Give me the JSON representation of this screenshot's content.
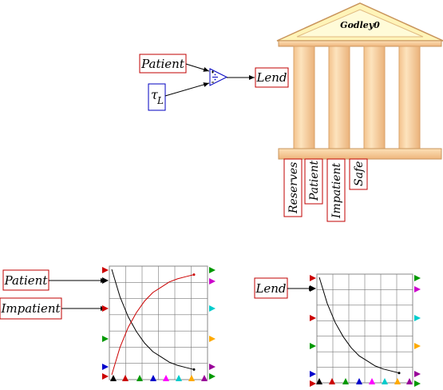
{
  "godley": {
    "title": "Godley0",
    "columns": [
      "Reserves",
      "Patient",
      "Impatient",
      "Safe"
    ]
  },
  "variables": {
    "patient_top": "Patient",
    "lend_top": "Lend",
    "patient_bottom": "Patient",
    "impatient": "Impatient",
    "lend_bottom": "Lend"
  },
  "parameter": {
    "symbol": "τ",
    "subscript": "L"
  },
  "operator": {
    "type": "divide"
  },
  "colors": {
    "variable_border": "#c00000",
    "parameter_border": "#0000c0",
    "operator_border": "#0000c0",
    "bank_fill": "#f7cf9c",
    "bank_pediment": "#fff4b8",
    "series_black": "#000000",
    "series_red": "#cc0000",
    "port_colors": [
      "#cc0000",
      "#cc00cc",
      "#00cccc",
      "#ffaa00",
      "#990099",
      "#009900",
      "#0000cc",
      "#ff00ff",
      "#000000"
    ]
  },
  "chart_data": [
    {
      "type": "line",
      "title": "",
      "xlabel": "",
      "ylabel": "",
      "grid": true,
      "series": [
        {
          "name": "Patient",
          "color": "#000000",
          "x": [
            0,
            1,
            2,
            3,
            4,
            5,
            6,
            7,
            8,
            9,
            10
          ],
          "values": [
            1.0,
            0.74,
            0.55,
            0.41,
            0.3,
            0.22,
            0.17,
            0.12,
            0.09,
            0.07,
            0.05
          ]
        },
        {
          "name": "Impatient",
          "color": "#cc0000",
          "x": [
            0,
            1,
            2,
            3,
            4,
            5,
            6,
            7,
            8,
            9,
            10
          ],
          "values": [
            0.0,
            0.26,
            0.45,
            0.59,
            0.7,
            0.78,
            0.83,
            0.88,
            0.91,
            0.93,
            0.95
          ]
        }
      ]
    },
    {
      "type": "line",
      "title": "",
      "xlabel": "",
      "ylabel": "",
      "grid": true,
      "series": [
        {
          "name": "Lend",
          "color": "#000000",
          "x": [
            0,
            1,
            2,
            3,
            4,
            5,
            6,
            7,
            8,
            9,
            10
          ],
          "values": [
            1.0,
            0.74,
            0.55,
            0.41,
            0.3,
            0.22,
            0.17,
            0.12,
            0.09,
            0.07,
            0.05
          ]
        }
      ]
    }
  ]
}
